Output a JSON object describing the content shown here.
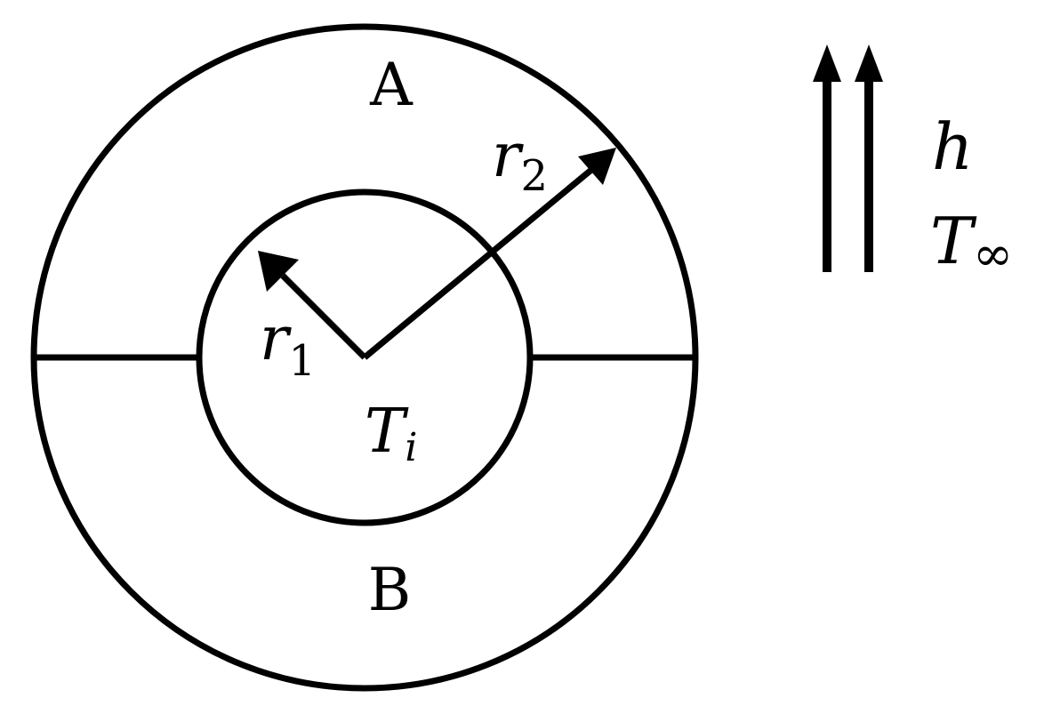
{
  "diagram": {
    "region_top_label": "A",
    "region_bottom_label": "B",
    "inner_temperature": {
      "symbol": "T",
      "subscript": "i"
    },
    "inner_radius": {
      "symbol": "r",
      "subscript": "1"
    },
    "outer_radius": {
      "symbol": "r",
      "subscript": "2"
    },
    "convection_coefficient": "h",
    "ambient_temperature": {
      "symbol": "T",
      "subscript": "∞"
    },
    "stroke_color": "#000000",
    "background_color": "#ffffff"
  }
}
